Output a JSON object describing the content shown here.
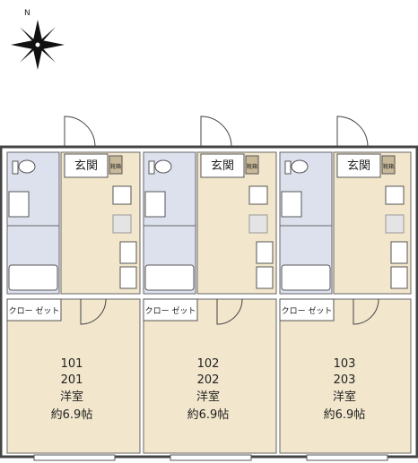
{
  "compass": {
    "north_label": "N"
  },
  "units": [
    {
      "numbers": [
        "101",
        "201"
      ],
      "entrance": "玄関",
      "shoe": "靴箱",
      "closet": "クロー ゼット",
      "room": "洋室",
      "size": "約6.9帖"
    },
    {
      "numbers": [
        "102",
        "202"
      ],
      "entrance": "玄関",
      "shoe": "靴箱",
      "closet": "クロー ゼット",
      "room": "洋室",
      "size": "約6.9帖"
    },
    {
      "numbers": [
        "103",
        "203"
      ],
      "entrance": "玄関",
      "shoe": "靴箱",
      "closet": "クロー ゼット",
      "room": "洋室",
      "size": "約6.9帖"
    }
  ],
  "colors": {
    "room_floor": "#f2e6cc",
    "wet_area": "#dde1ee",
    "wall": "#444444",
    "stair_grey": "#b8b8b8"
  }
}
